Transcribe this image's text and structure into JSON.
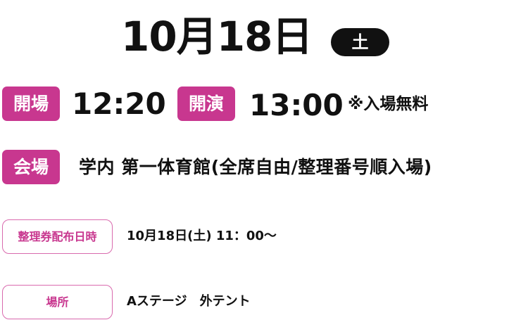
{
  "event": {
    "date": "10月18日",
    "day_of_week": "土",
    "open_label": "開場",
    "open_time": "12:20",
    "start_label": "開演",
    "start_time": "13:00",
    "admission_note": "※入場無料",
    "venue_label": "会場",
    "venue": "学内 第一体育館(全席自由/整理番号順入場)",
    "ticket_label": "整理券配布日時",
    "ticket_time": "10月18日(土) 11：00〜",
    "place_label": "場所",
    "place": "Aステージ　外テント"
  },
  "colors": {
    "accent": "#c8378f",
    "text": "#111111"
  }
}
